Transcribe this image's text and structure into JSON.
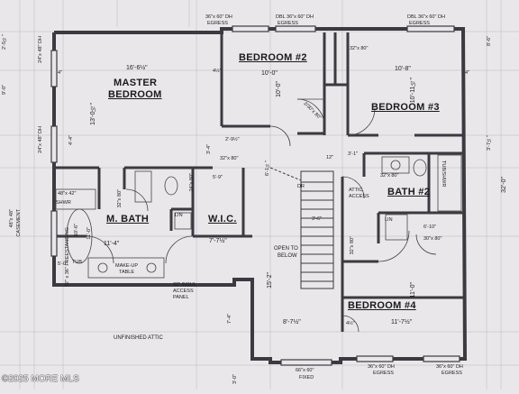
{
  "rooms": {
    "master_bedroom_line1": "MASTER",
    "master_bedroom_line2": "BEDROOM",
    "bedroom2": "BEDROOM #2",
    "bedroom3": "BEDROOM #3",
    "bedroom4": "BEDROOM #4",
    "master_bath": "M. BATH",
    "wic": "W.I.C.",
    "bath2": "BATH #2",
    "open_to_below_line1": "OPEN TO",
    "open_to_below_line2": "BELOW",
    "unfinished_attic": "UNFINISHED ATTIC",
    "attic_access_line1": "ATTIC",
    "attic_access_line2": "ACCESS",
    "insul_access_line1": "32\" INSUL",
    "insul_access_line2": "ACCESS",
    "insul_access_line3": "PANEL",
    "lin1": "LIN",
    "lin2": "LIN",
    "makeup_line1": "MAKE-UP",
    "makeup_line2": "TABLE",
    "shwr": "SHWR",
    "tub": "TUB/SHWR"
  },
  "windows": {
    "top_w1": "36\"x 60\" DH",
    "top_w1b": "EGRESS",
    "top_w2": "DBL 36\"x 60\" DH",
    "top_w2b": "EGRESS",
    "top_w3": "DBL 36\"x 60\" DH",
    "top_w3b": "EGRESS",
    "left_w1": "24\"x 48\" DH",
    "left_w2": "24\"x 48\" DH",
    "left_w3": "48\"x 48\"",
    "left_w3b": "CASEMENT",
    "bottom_w1": "66\"x 60\"",
    "bottom_w1b": "FIXED",
    "bottom_w2": "36\"x 60\" DH",
    "bottom_w2b": "EGRESS",
    "bottom_w3": "36\"x 60\" DH",
    "bottom_w3b": "EGRESS"
  },
  "dims": {
    "mb_width": "16'-6½\"",
    "mb_height": "13'-0½\"",
    "b2_width": "10'-0\"",
    "b2_height": "10'-0\"",
    "b3_width": "10'-8\"",
    "b3_height": "10'-11½\"",
    "b4_width": "11'-7½\"",
    "b4_height": "11'-0\"",
    "mbath_width": "11'-4\"",
    "wic_width": "7'-7½\"",
    "hall_width": "8'-7½\"",
    "stair_15": "15'-2\"",
    "overall_32": "32'-0\"",
    "d_3_6": "3'-6\"",
    "d_2_9": "2'-9½\"",
    "d_3_1": "3'-1\"",
    "d_3_4": "3'-4\"",
    "d_9_0": "9'-0\"",
    "d_7_4": "7'-4\"",
    "d_3_0": "3'-0\"",
    "d_6_1": "6'-1½\"",
    "d_5_9": "5'-9\"",
    "d_6_10": "6'-10\"",
    "d_10_6": "10'-6\"",
    "d_5_0": "5'-0\"",
    "d_4_4": "4'-4\"",
    "d_2_5": "2'-5½\"",
    "d_3_7": "3'-7½\"",
    "d_8_6": "8'-6\"",
    "d_4_half": "4½\"",
    "d_4": "4\"",
    "door_32x80_a": "32\"x 80\"",
    "door_32x80_b": "32\"x 80\"",
    "door_32x80_c": "32\"x 80\"",
    "door_32x80_d": "32\"x 80\"",
    "door_32x80_e": "32\"x 80\"",
    "door_30x80": "30\"x 80\"",
    "door_24x80": "24\"x 80\"",
    "door_2_30": "2/30\"x 80\"",
    "shwr_size": "48\"x 42\"",
    "tub_label": "72\" x 36\" FREESTANDING",
    "tub_label2": "TUB",
    "tub_size": "11'-0\"",
    "dr": "DR",
    "d_12": "12\""
  },
  "watermark": "©2025 MORE MLS"
}
